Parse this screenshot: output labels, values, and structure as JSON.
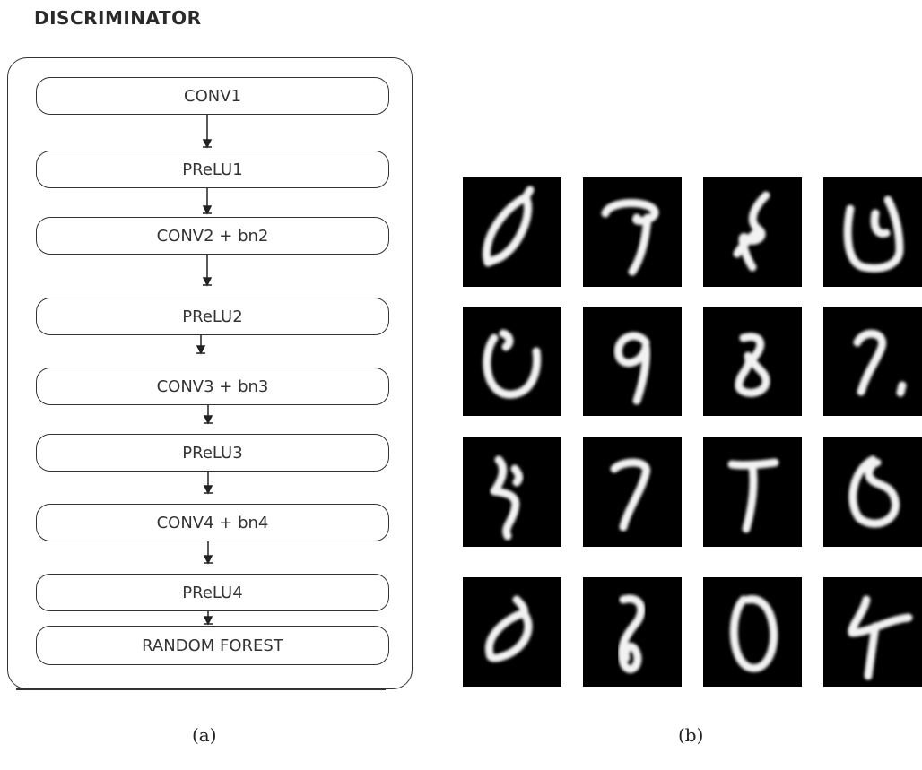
{
  "diagram": {
    "title": "DISCRIMINATOR",
    "layers": [
      {
        "label": "CONV1"
      },
      {
        "label": "PReLU1"
      },
      {
        "label": "CONV2 + bn2"
      },
      {
        "label": "PReLU2"
      },
      {
        "label": "CONV3 + bn3"
      },
      {
        "label": "PReLU3"
      },
      {
        "label": "CONV4 + bn4"
      },
      {
        "label": "PReLU4"
      },
      {
        "label": "RANDOM FOREST"
      }
    ]
  },
  "captions": {
    "left": "(a)",
    "right": "(b)"
  },
  "samples": {
    "rows": 4,
    "cols": 4,
    "count": 16
  }
}
